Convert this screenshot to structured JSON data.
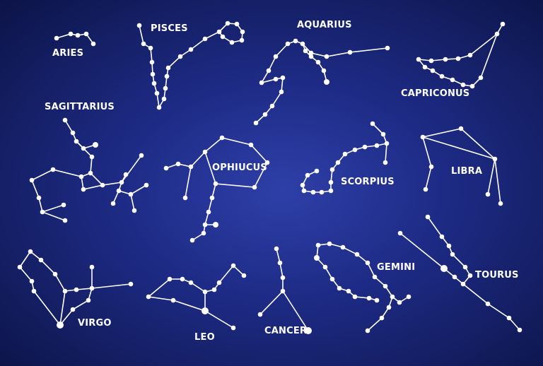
{
  "constellations": [
    {
      "id": "aries",
      "name": "ARIES"
    },
    {
      "id": "pisces",
      "name": "PISCES"
    },
    {
      "id": "aquarius",
      "name": "AQUARIUS"
    },
    {
      "id": "capricornus",
      "name": "CAPRICONUS"
    },
    {
      "id": "sagittarius",
      "name": "SAGITTARIUS"
    },
    {
      "id": "ophiuchus",
      "name": "OPHIUCUS"
    },
    {
      "id": "scorpius",
      "name": "SCORPIUS"
    },
    {
      "id": "libra",
      "name": "LIBRA"
    },
    {
      "id": "virgo",
      "name": "VIRGO"
    },
    {
      "id": "leo",
      "name": "LEO"
    },
    {
      "id": "cancer",
      "name": "CANCER"
    },
    {
      "id": "gemini",
      "name": "GEMINI"
    },
    {
      "id": "taurus",
      "name": "TOURUS"
    }
  ],
  "colors": {
    "star": "#ffffff",
    "background_center": "#2e3fa8",
    "background_edge": "#0c1346"
  }
}
